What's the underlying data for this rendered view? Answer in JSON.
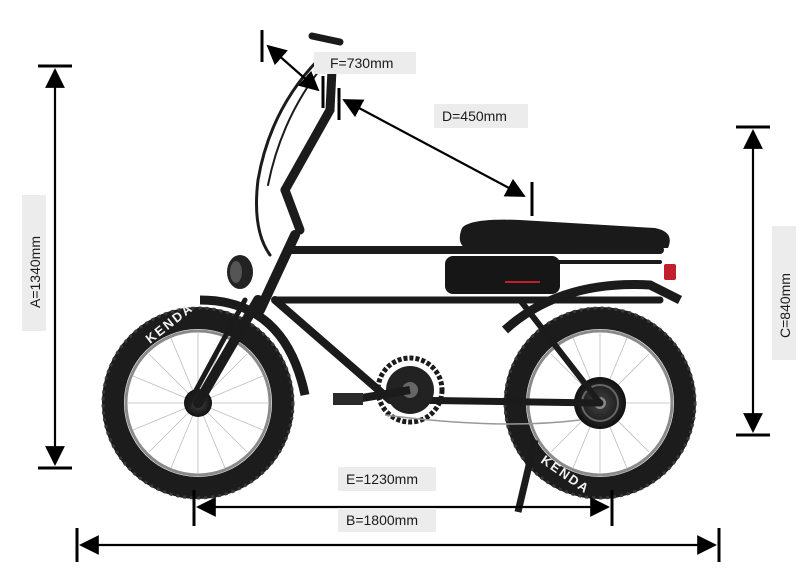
{
  "dimensions": {
    "A": "A=1340mm",
    "B": "B=1800mm",
    "C": "C=840mm",
    "D": "D=450mm",
    "E": "E=1230mm",
    "F": "F=730mm"
  },
  "tire_brand": "KENDA",
  "colors": {
    "line": "#000000",
    "label_bg": "#ececec",
    "frame": "#1b1b1b",
    "tire": "#222222",
    "tail_light": "#c0202a"
  }
}
